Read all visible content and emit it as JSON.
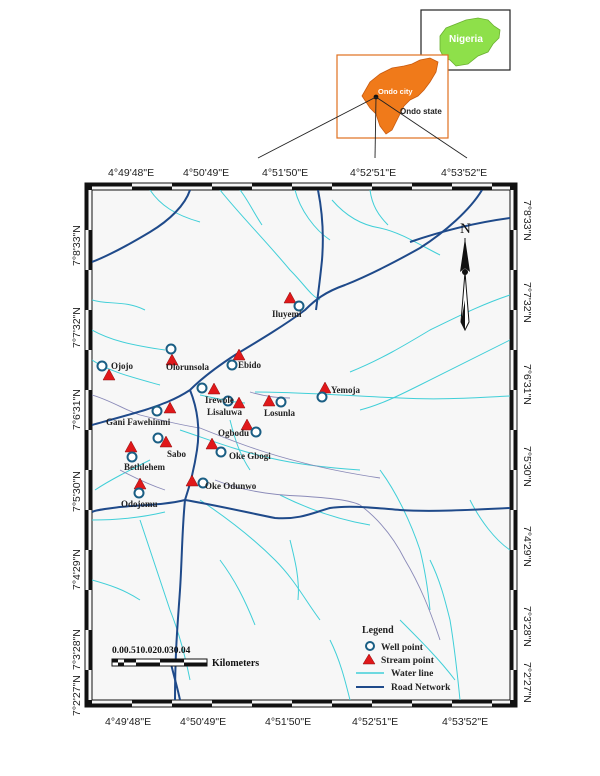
{
  "inset_country": {
    "label": "Nigeria",
    "fill": "#8ee04a"
  },
  "inset_state": {
    "label": "Ondo state",
    "city_label": "Ondo city",
    "fill": "#f07a1a"
  },
  "top_ticks": [
    "4°49'48\"E",
    "4°50'49\"E",
    "4°51'50\"E",
    "4°52'51\"E",
    "4°53'52\"E"
  ],
  "bottom_ticks": [
    "4°49'48\"E",
    "4°50'49\"E",
    "4°51'50\"E",
    "4°52'51\"E",
    "4°53'52\"E"
  ],
  "left_ticks": [
    "7°8'33\"N",
    "7°7'32\"N",
    "7°6'31\"N",
    "7°5'30\"N",
    "7°4'29\"N",
    "7°3'28\"N",
    "7°2'27\"N"
  ],
  "right_ticks": [
    "7°8'33\"N",
    "7°7'32\"N",
    "7°6'31\"N",
    "7°5'30\"N",
    "7°4'29\"N",
    "7°3'28\"N",
    "7°2'27\"N"
  ],
  "north_label": "N",
  "places": {
    "iluyemi": "Iluyemi",
    "ojojo": "Ojojo",
    "olorunsola": "Olorunsola",
    "ebido": "Ebido",
    "yemoja": "Yemoja",
    "irewole": "Irewole",
    "lisaluwa": "Lisaluwa",
    "losunla": "Losunla",
    "gani": "Gani Fawehinmi",
    "ogbodu": "Ogbodu",
    "sabo": "Sabo",
    "oke_gbogi": "Oke Gbogi",
    "bethlehem": "Bethlehem",
    "oke_odunwo": "Oke Odunwo",
    "odojomu": "Odojomu"
  },
  "scale_bar": {
    "numbers": "0.00.510.020.030.04",
    "unit": "Kilometers"
  },
  "legend": {
    "title": "Legend",
    "well": "Well point",
    "stream": "Stream point",
    "water": "Water line",
    "road": "Road Network"
  },
  "colors": {
    "water_line": "#40cfd8",
    "road": "#1f4a8a",
    "minor_road": "#8a8ab8",
    "stream_point": "#e0181a",
    "well_point": "#1a5e84"
  }
}
